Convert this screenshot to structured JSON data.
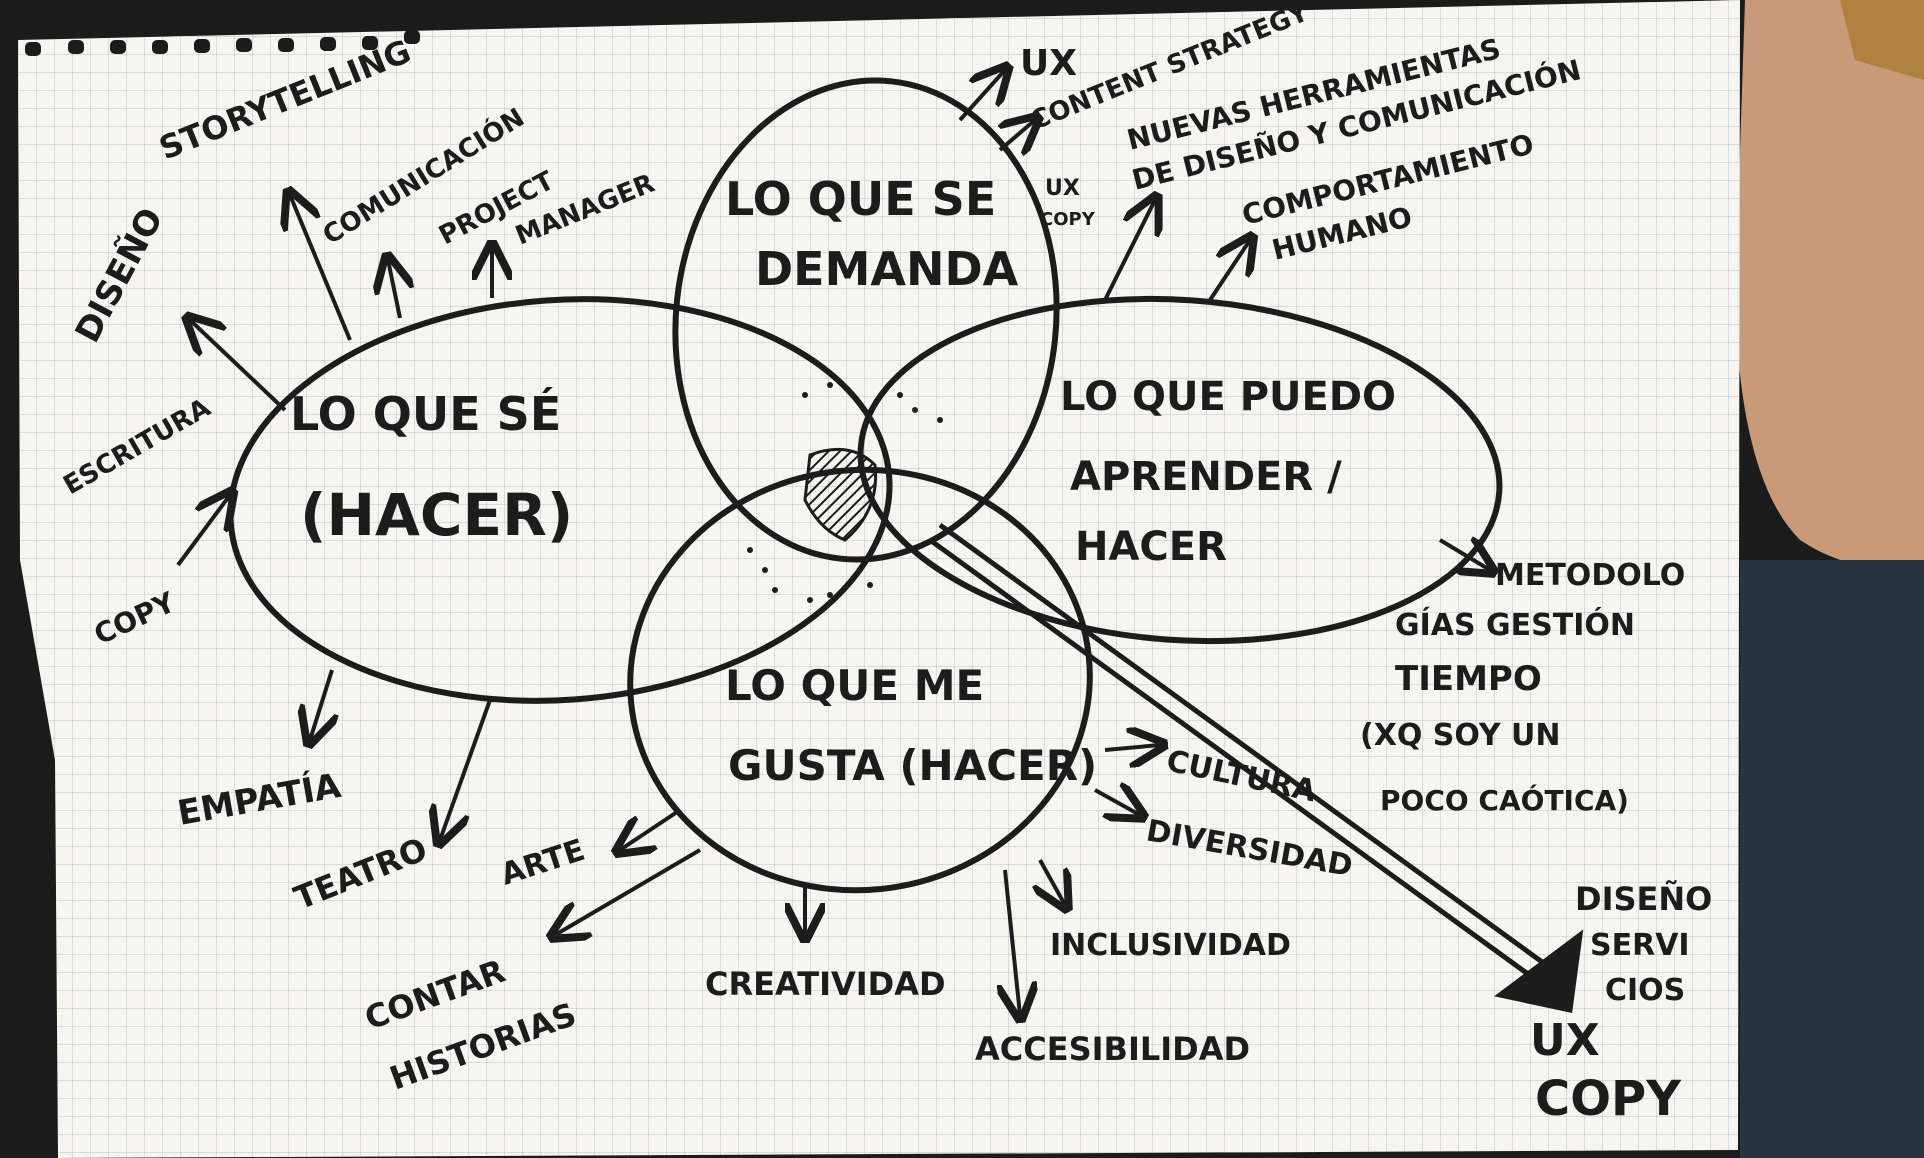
{
  "colors": {
    "paper": "#f6f5f2",
    "grid": "#b8c2cc",
    "ink": "#1c1c1c",
    "background": "#1b1b1b",
    "arm": "#c89a78"
  },
  "circles": {
    "se": "LO QUE SÉ",
    "se_sub": "(HACER)",
    "demanda_1": "LO QUE SE",
    "demanda_2": "DEMANDA",
    "puedo_1": "LO QUE PUEDO",
    "puedo_2": "APRENDER /",
    "puedo_3": "HACER",
    "gusta_1": "LO QUE ME",
    "gusta_2": "GUSTA (HACER)"
  },
  "labels": {
    "storytelling": "STORYTELLING",
    "diseno": "DISEÑO",
    "comunicacion": "COMUNICACIÓN",
    "project_1": "PROJECT",
    "project_2": "MANAGER",
    "escritura": "ESCRITURA",
    "copy_left": "COPY",
    "ux_top": "UX",
    "content_strategy": "CONTENT STRATEGY",
    "nuevas_1": "NUEVAS HERRAMIENTAS",
    "nuevas_2": "DE DISEÑO Y COMUNICACIÓN",
    "ux_small": "UX",
    "copy_small": "COPY",
    "comportamiento_1": "COMPORTAMIENTO",
    "comportamiento_2": "HUMANO",
    "metod_1": "METODOLO",
    "metod_2": "GÍAS GESTIÓN",
    "metod_3": "TIEMPO",
    "metod_4": "(XQ SOY UN",
    "metod_5": "POCO CAÓTICA)",
    "empatia": "EMPATÍA",
    "teatro": "TEATRO",
    "arte": "ARTE",
    "contar_1": "CONTAR",
    "contar_2": "HISTORIAS",
    "creatividad": "CREATIVIDAD",
    "accesibilidad": "ACCESIBILIDAD",
    "inclusividad": "INCLUSIVIDAD",
    "cultura": "CULTURA",
    "diversidad": "DIVERSIDAD",
    "diseno_servicios_1": "DISEÑO",
    "diseno_servicios_2": "SERVI",
    "diseno_servicios_3": "CIOS",
    "ux_copy_1": "UX",
    "ux_copy_2": "COPY"
  }
}
